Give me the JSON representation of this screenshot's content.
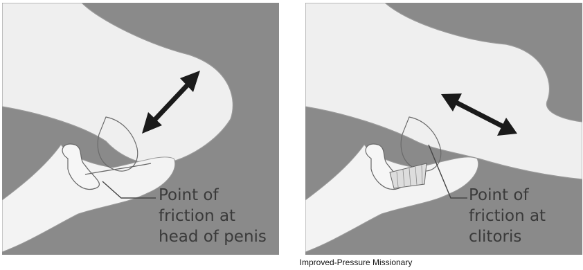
{
  "caption": "Improved-Pressure Missionary",
  "panels": [
    {
      "callout": "Point of\nfriction at\nhead of penis"
    },
    {
      "callout": "Point of\nfriction at\nclitoris"
    }
  ],
  "colors": {
    "background": "#8a8a8a",
    "skin": "#efefef",
    "outline": "#6a6a6a",
    "arrow": "#1a1a1a"
  },
  "icons": [
    "double-arrow-icon"
  ]
}
